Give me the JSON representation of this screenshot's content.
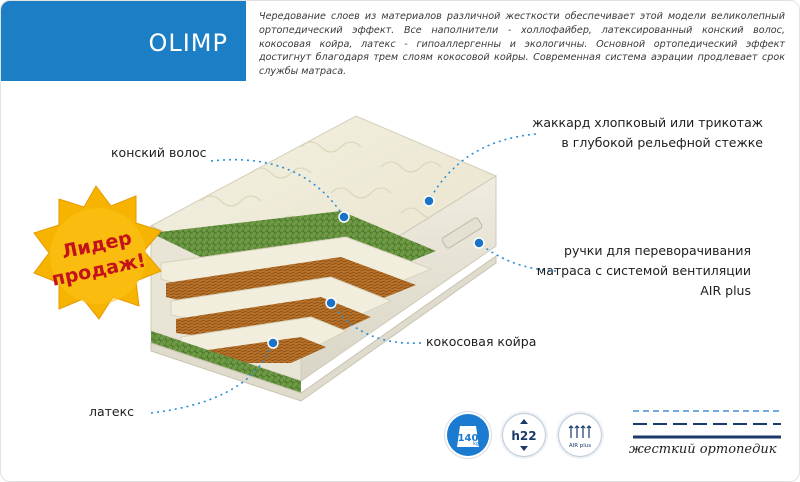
{
  "product": {
    "title": "OLIMP",
    "description": "Чередование слоев из материалов различной жесткости обеспечивает этой модели великолепный ортопедический эффект. Все наполнители - холлофайбер, латексированный конский волос, кокосовая койра, латекс - гипоаллергенны и экологичны. Основной ортопедический эффект достигнут благодаря трем слоям кокосовой койры. Современная система аэрации продлевает срок службы матраса."
  },
  "badge": {
    "line1": "Лидер",
    "line2": "продаж!",
    "color": "#f6b400"
  },
  "callouts": {
    "horse_hair": "конский волос",
    "jacquard_line1": "жаккард хлопковый или трикотаж",
    "jacquard_line2": "в глубокой рельефной стежке",
    "handles_line1": "ручки для переворачивания",
    "handles_line2": "матраса с системой вентиляции",
    "handles_line3": "AIR plus",
    "coir": "кокосовая койра",
    "latex": "латекс"
  },
  "icons": {
    "max_load": "140",
    "max_load_unit": "kg",
    "height": "h22",
    "air": "AIR plus"
  },
  "firmness": {
    "caption": "жесткий ортопедик"
  },
  "colors": {
    "accent": "#1c7fc6",
    "dot": "#1a73c7",
    "dashed_leader": "#2a8fd6"
  }
}
